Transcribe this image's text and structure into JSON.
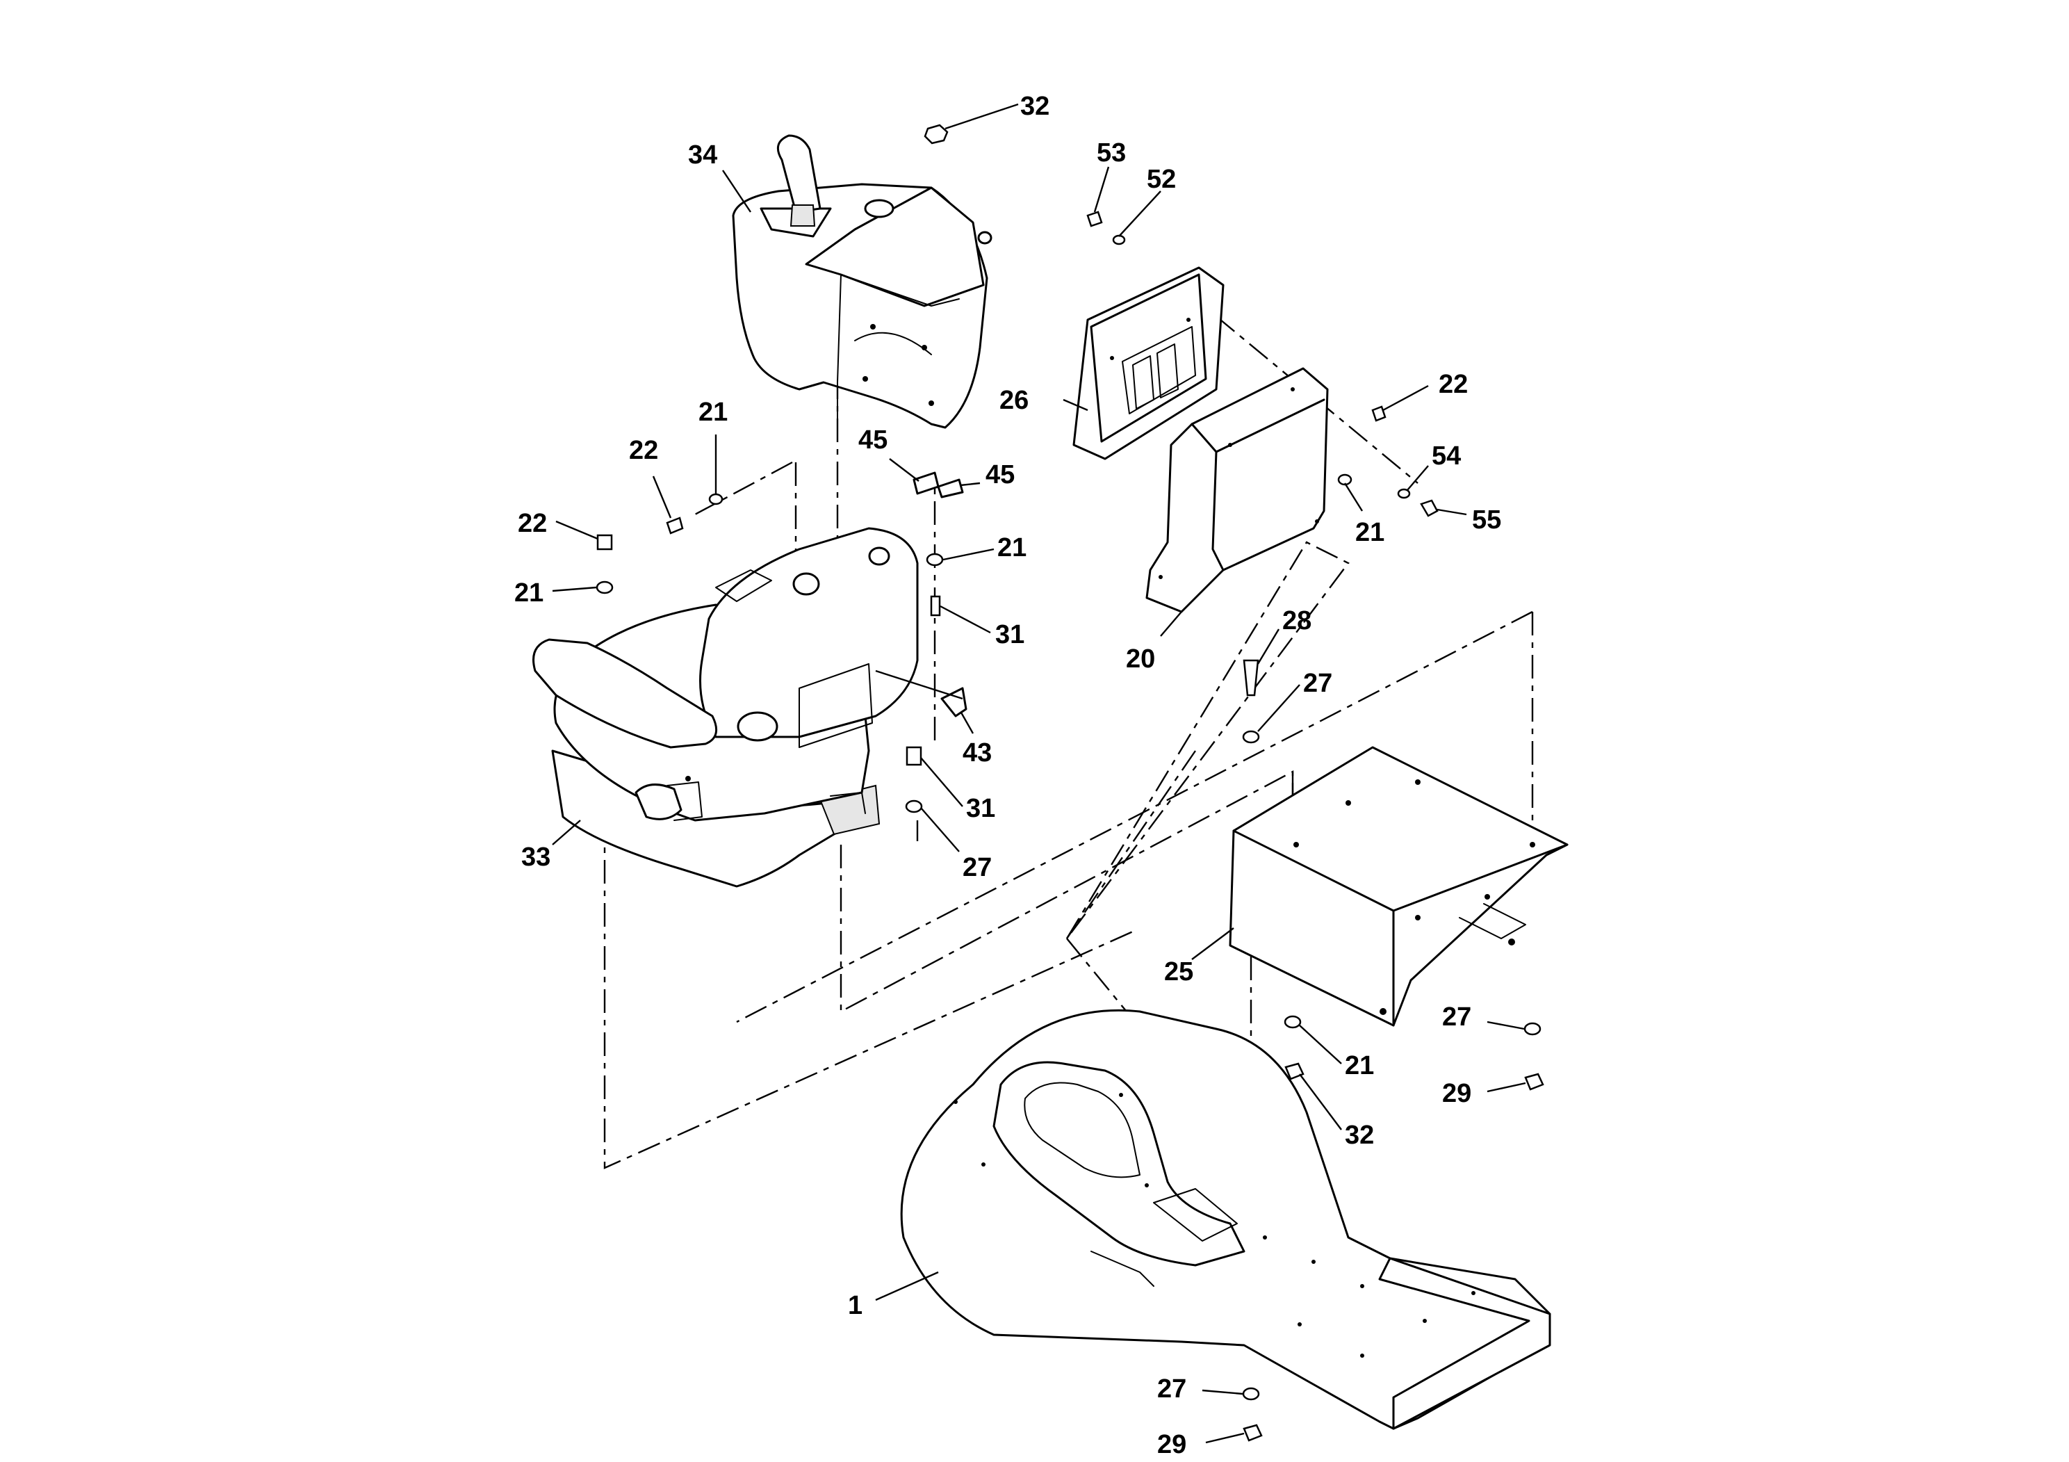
{
  "callouts": {
    "c32_top": "32",
    "c34": "34",
    "c53": "53",
    "c52": "52",
    "c26": "26",
    "c22_right": "22",
    "c54": "54",
    "c55": "55",
    "c21_right": "21",
    "c20": "20",
    "c21_mid": "21",
    "c22_mid": "22",
    "c22_left": "22",
    "c21_left": "21",
    "c45_a": "45",
    "c45_b": "45",
    "c21_center": "21",
    "c31_center": "31",
    "c43": "43",
    "c31_lower": "31",
    "c27_lower": "27",
    "c33": "33",
    "c28": "28",
    "c27_upper": "27",
    "c25": "25",
    "c27_right": "27",
    "c21_bracket": "21",
    "c29_right": "29",
    "c32_bracket": "32",
    "c1": "1",
    "c27_bottom": "27",
    "c29_bottom": "29"
  },
  "colors": {
    "line": "#000000",
    "background": "#ffffff",
    "shade": "#e6e6e6"
  },
  "icons": {
    "seat": "operator-seat",
    "console": "joystick-control-console",
    "panel": "instrument-panel",
    "platform": "floor-plate"
  }
}
